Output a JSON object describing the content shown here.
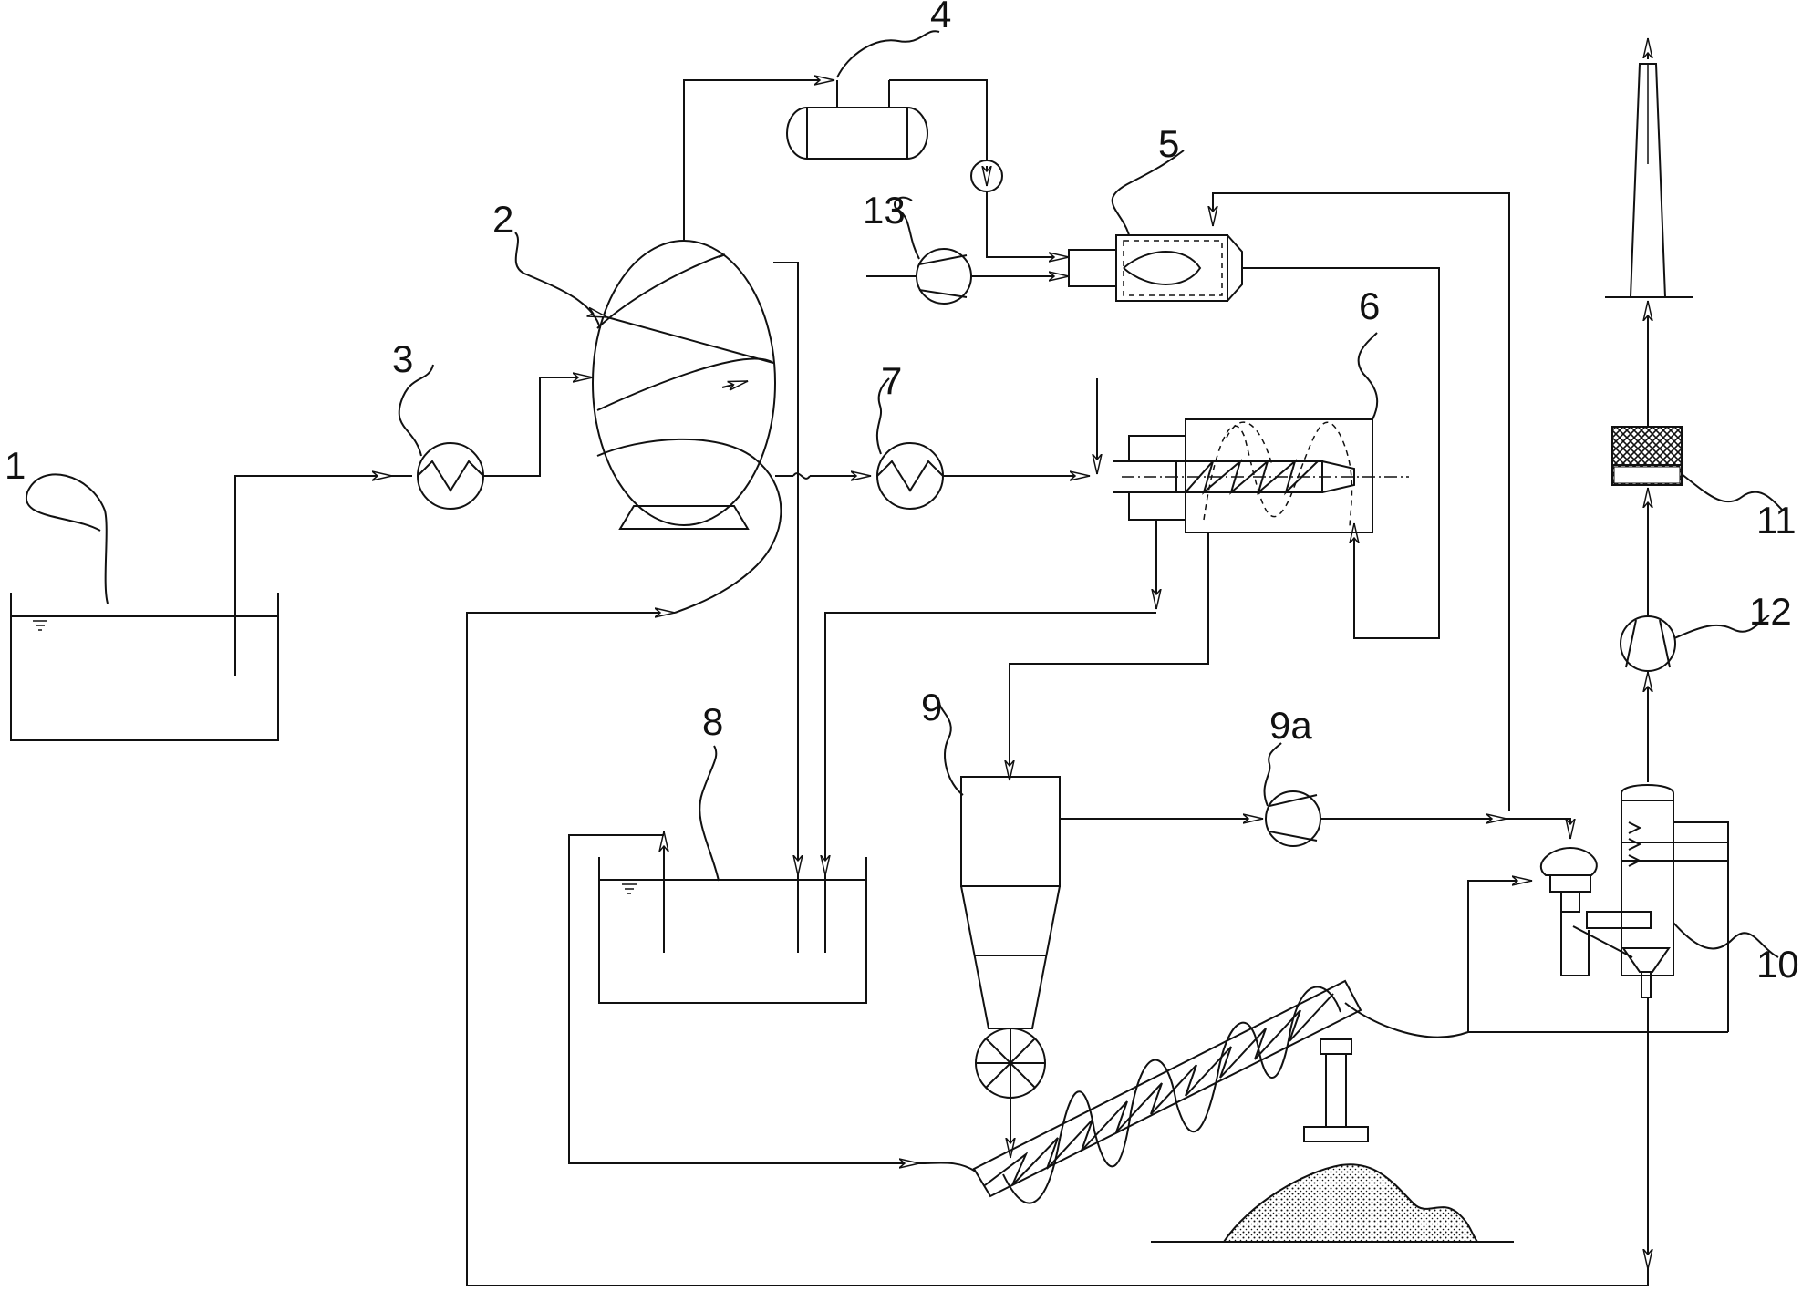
{
  "labels": {
    "l1": "1",
    "l2": "2",
    "l3": "3",
    "l4": "4",
    "l5": "5",
    "l6": "6",
    "l7": "7",
    "l8": "8",
    "l9": "9",
    "l9a": "9a",
    "l10": "10",
    "l11": "11",
    "l12": "12",
    "l13": "13"
  }
}
